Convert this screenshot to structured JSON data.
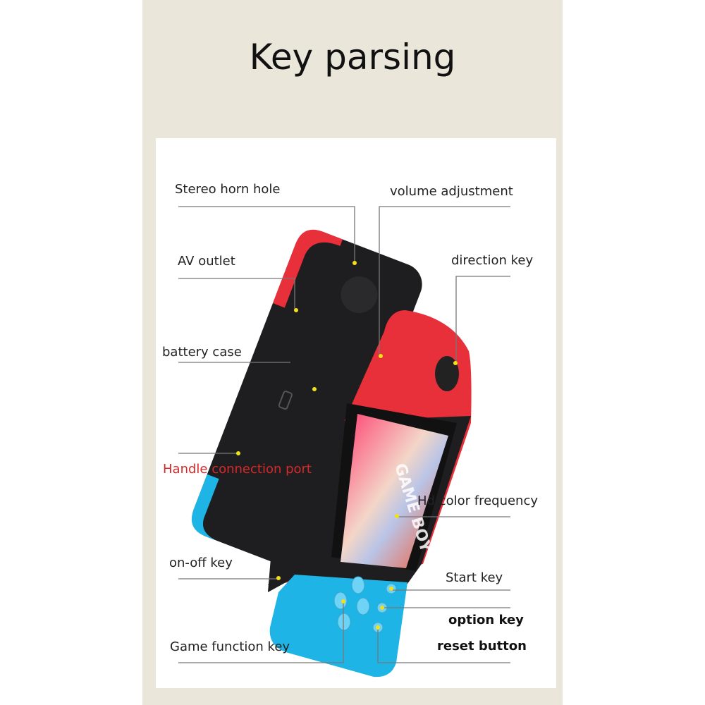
{
  "title": "Key parsing",
  "device_text": "GAME BOY",
  "colors": {
    "red": "#e8303a",
    "blue": "#1fb4e6",
    "body": "#1e1e20",
    "dot": "#f2e018",
    "accent_label": "#d62a2a"
  },
  "labels": {
    "stereo_horn_hole": "Stereo horn hole",
    "volume_adjustment": "volume adjustment",
    "av_outlet": "AV outlet",
    "direction_key": "direction key",
    "battery_case": "battery case",
    "handle_connection_port": "Handle connection port",
    "hd_color_frequency": "Hd color frequency",
    "on_off_key": "on-off key",
    "start_key": "Start key",
    "option_key": "option key",
    "reset_button": "reset button",
    "game_function_key": "Game function key"
  }
}
